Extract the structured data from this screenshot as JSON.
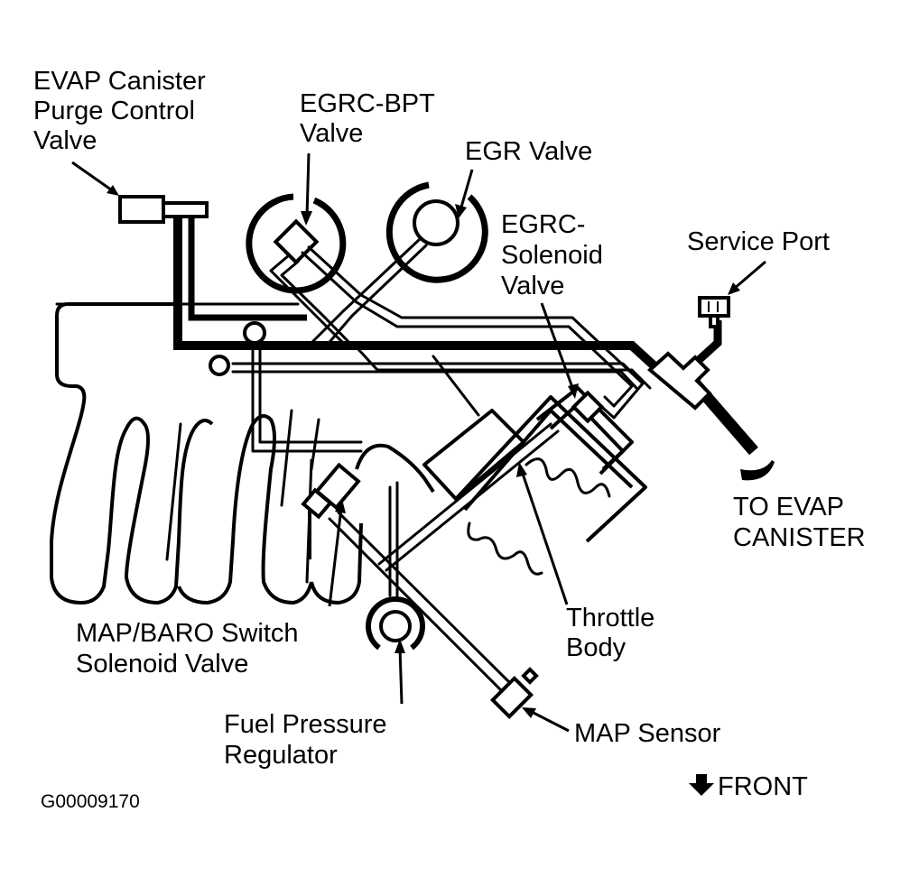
{
  "diagram": {
    "title": "Vacuum Hose Routing",
    "figure_code": "G00009170",
    "orientation": {
      "icon": "arrow-down-icon",
      "label": "FRONT"
    },
    "colors": {
      "ink": "#000000",
      "paper": "#ffffff"
    },
    "labels": {
      "evap_purge": [
        "EVAP Canister",
        "Purge Control",
        "Valve"
      ],
      "egrc_bpt": [
        "EGRC-BPT",
        "Valve"
      ],
      "egr_valve": [
        "EGR Valve"
      ],
      "egrc_solenoid": [
        "EGRC-",
        "Solenoid",
        "Valve"
      ],
      "service_port": [
        "Service Port"
      ],
      "to_evap": [
        "TO EVAP",
        "CANISTER"
      ],
      "throttle_body": [
        "Throttle",
        "Body"
      ],
      "map_sensor": [
        "MAP Sensor"
      ],
      "fuel_pressure": [
        "Fuel Pressure",
        "Regulator"
      ],
      "map_baro": [
        "MAP/BARO Switch",
        "Solenoid Valve"
      ]
    },
    "components": [
      "EVAP Canister Purge Control Valve",
      "EGRC-BPT Valve",
      "EGR Valve",
      "EGRC-Solenoid Valve",
      "Service Port",
      "Throttle Body",
      "MAP Sensor",
      "Fuel Pressure Regulator",
      "MAP/BARO Switch Solenoid Valve",
      "Intake Manifold"
    ]
  }
}
